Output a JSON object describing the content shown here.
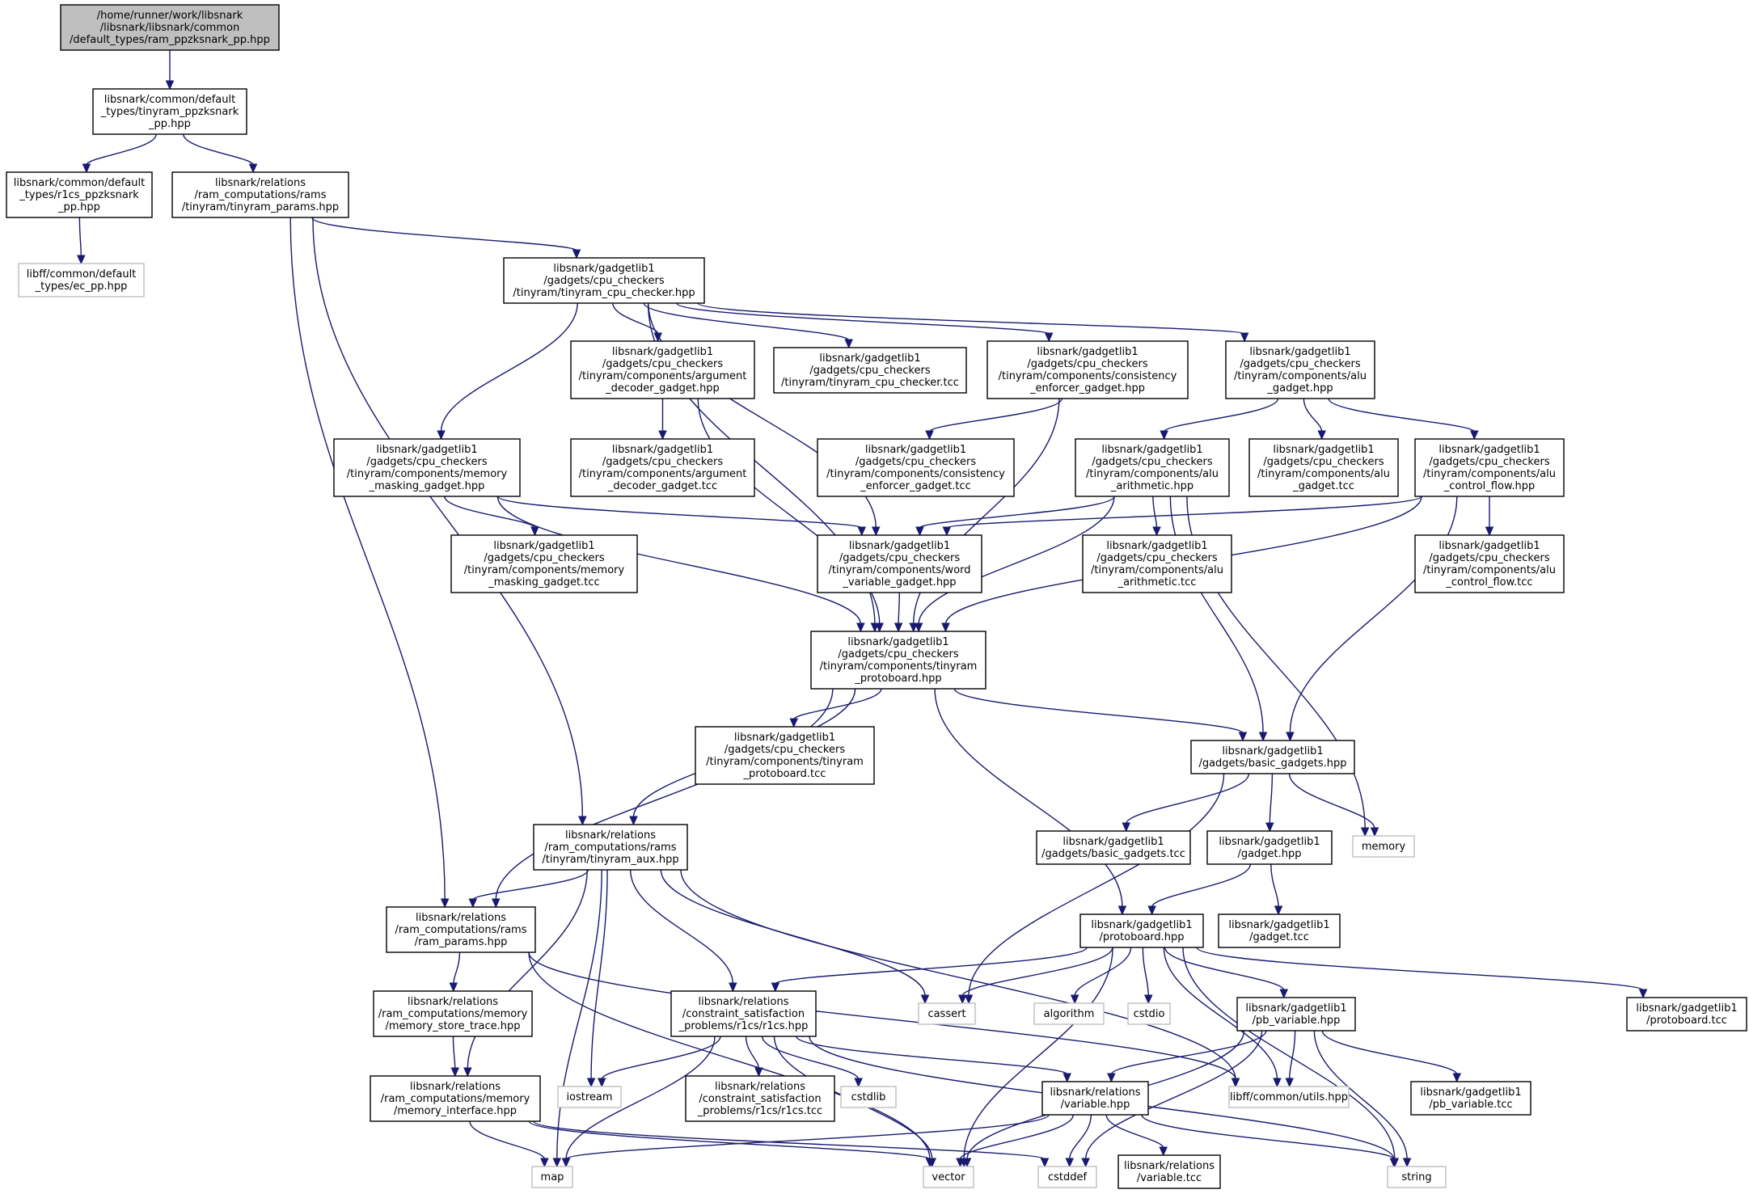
{
  "colors": {
    "edge": "#191970",
    "root_fill": "#bfbfbf",
    "node_border": "#000000",
    "external_border": "#bfbfbf",
    "background": "#ffffff"
  },
  "nodes": [
    {
      "id": "n0",
      "kind": "root",
      "lines": [
        "/home/runner/work/libsnark",
        "/libsnark/libsnark/common",
        "/default_types/ram_ppzksnark_pp.hpp"
      ]
    },
    {
      "id": "n1",
      "lines": [
        "libsnark/common/default",
        "_types/tinyram_ppzksnark",
        "_pp.hpp"
      ]
    },
    {
      "id": "n2",
      "lines": [
        "libsnark/common/default",
        "_types/r1cs_ppzksnark",
        "_pp.hpp"
      ]
    },
    {
      "id": "n3",
      "lines": [
        "libsnark/relations",
        "/ram_computations/rams",
        "/tinyram/tinyram_params.hpp"
      ]
    },
    {
      "id": "n4",
      "kind": "ext",
      "lines": [
        "libff/common/default",
        "_types/ec_pp.hpp"
      ]
    },
    {
      "id": "n5",
      "lines": [
        "libsnark/gadgetlib1",
        "/gadgets/cpu_checkers",
        "/tinyram/tinyram_cpu_checker.hpp"
      ]
    },
    {
      "id": "n6",
      "lines": [
        "libsnark/gadgetlib1",
        "/gadgets/cpu_checkers",
        "/tinyram/components/argument",
        "_decoder_gadget.hpp"
      ]
    },
    {
      "id": "n7",
      "lines": [
        "libsnark/gadgetlib1",
        "/gadgets/cpu_checkers",
        "/tinyram/tinyram_cpu_checker.tcc"
      ]
    },
    {
      "id": "n8",
      "lines": [
        "libsnark/gadgetlib1",
        "/gadgets/cpu_checkers",
        "/tinyram/components/consistency",
        "_enforcer_gadget.hpp"
      ]
    },
    {
      "id": "n9",
      "lines": [
        "libsnark/gadgetlib1",
        "/gadgets/cpu_checkers",
        "/tinyram/components/alu",
        "_gadget.hpp"
      ]
    },
    {
      "id": "n10",
      "lines": [
        "libsnark/gadgetlib1",
        "/gadgets/cpu_checkers",
        "/tinyram/components/memory",
        "_masking_gadget.hpp"
      ]
    },
    {
      "id": "n11",
      "lines": [
        "libsnark/gadgetlib1",
        "/gadgets/cpu_checkers",
        "/tinyram/components/argument",
        "_decoder_gadget.tcc"
      ]
    },
    {
      "id": "n12",
      "lines": [
        "libsnark/gadgetlib1",
        "/gadgets/cpu_checkers",
        "/tinyram/components/consistency",
        "_enforcer_gadget.tcc"
      ]
    },
    {
      "id": "n13",
      "lines": [
        "libsnark/gadgetlib1",
        "/gadgets/cpu_checkers",
        "/tinyram/components/alu",
        "_arithmetic.hpp"
      ]
    },
    {
      "id": "n14",
      "lines": [
        "libsnark/gadgetlib1",
        "/gadgets/cpu_checkers",
        "/tinyram/components/alu",
        "_gadget.tcc"
      ]
    },
    {
      "id": "n15",
      "lines": [
        "libsnark/gadgetlib1",
        "/gadgets/cpu_checkers",
        "/tinyram/components/alu",
        "_control_flow.hpp"
      ]
    },
    {
      "id": "n16",
      "lines": [
        "libsnark/gadgetlib1",
        "/gadgets/cpu_checkers",
        "/tinyram/components/memory",
        "_masking_gadget.tcc"
      ]
    },
    {
      "id": "n17",
      "lines": [
        "libsnark/gadgetlib1",
        "/gadgets/cpu_checkers",
        "/tinyram/components/word",
        "_variable_gadget.hpp"
      ]
    },
    {
      "id": "n18",
      "lines": [
        "libsnark/gadgetlib1",
        "/gadgets/cpu_checkers",
        "/tinyram/components/alu",
        "_arithmetic.tcc"
      ]
    },
    {
      "id": "n19",
      "lines": [
        "libsnark/gadgetlib1",
        "/gadgets/cpu_checkers",
        "/tinyram/components/alu",
        "_control_flow.tcc"
      ]
    },
    {
      "id": "n20",
      "lines": [
        "libsnark/gadgetlib1",
        "/gadgets/cpu_checkers",
        "/tinyram/components/tinyram",
        "_protoboard.hpp"
      ]
    },
    {
      "id": "n21",
      "lines": [
        "libsnark/gadgetlib1",
        "/gadgets/cpu_checkers",
        "/tinyram/components/tinyram",
        "_protoboard.tcc"
      ]
    },
    {
      "id": "n22",
      "lines": [
        "libsnark/gadgetlib1",
        "/gadgets/basic_gadgets.hpp"
      ]
    },
    {
      "id": "n23",
      "lines": [
        "libsnark/relations",
        "/ram_computations/rams",
        "/tinyram/tinyram_aux.hpp"
      ]
    },
    {
      "id": "n24",
      "lines": [
        "libsnark/gadgetlib1",
        "/gadgets/basic_gadgets.tcc"
      ]
    },
    {
      "id": "n25",
      "lines": [
        "libsnark/gadgetlib1",
        "/gadget.hpp"
      ]
    },
    {
      "id": "n26",
      "kind": "ext",
      "lines": [
        "memory"
      ]
    },
    {
      "id": "n27",
      "lines": [
        "libsnark/relations",
        "/ram_computations/rams",
        "/ram_params.hpp"
      ]
    },
    {
      "id": "n28",
      "lines": [
        "libsnark/gadgetlib1",
        "/protoboard.hpp"
      ]
    },
    {
      "id": "n29",
      "lines": [
        "libsnark/gadgetlib1",
        "/gadget.tcc"
      ]
    },
    {
      "id": "n30",
      "lines": [
        "libsnark/relations",
        "/ram_computations/memory",
        "/memory_store_trace.hpp"
      ]
    },
    {
      "id": "n31",
      "lines": [
        "libsnark/relations",
        "/constraint_satisfaction",
        "_problems/r1cs/r1cs.hpp"
      ]
    },
    {
      "id": "n32",
      "kind": "ext",
      "lines": [
        "cassert"
      ]
    },
    {
      "id": "n33",
      "kind": "ext",
      "lines": [
        "algorithm"
      ]
    },
    {
      "id": "n34",
      "kind": "ext",
      "lines": [
        "cstdio"
      ]
    },
    {
      "id": "n35",
      "lines": [
        "libsnark/gadgetlib1",
        "/pb_variable.hpp"
      ]
    },
    {
      "id": "n36",
      "lines": [
        "libsnark/gadgetlib1",
        "/protoboard.tcc"
      ]
    },
    {
      "id": "n37",
      "lines": [
        "libsnark/relations",
        "/ram_computations/memory",
        "/memory_interface.hpp"
      ]
    },
    {
      "id": "n38",
      "kind": "ext",
      "lines": [
        "iostream"
      ]
    },
    {
      "id": "n39",
      "lines": [
        "libsnark/relations",
        "/constraint_satisfaction",
        "_problems/r1cs/r1cs.tcc"
      ]
    },
    {
      "id": "n40",
      "kind": "ext",
      "lines": [
        "cstdlib"
      ]
    },
    {
      "id": "n41",
      "lines": [
        "libsnark/relations",
        "/variable.hpp"
      ]
    },
    {
      "id": "n42",
      "kind": "ext",
      "lines": [
        "libff/common/utils.hpp"
      ]
    },
    {
      "id": "n43",
      "lines": [
        "libsnark/gadgetlib1",
        "/pb_variable.tcc"
      ]
    },
    {
      "id": "n44",
      "kind": "ext",
      "lines": [
        "map"
      ]
    },
    {
      "id": "n45",
      "kind": "ext",
      "lines": [
        "vector"
      ]
    },
    {
      "id": "n46",
      "kind": "ext",
      "lines": [
        "cstddef"
      ]
    },
    {
      "id": "n47",
      "lines": [
        "libsnark/relations",
        "/variable.tcc"
      ]
    },
    {
      "id": "n48",
      "kind": "ext",
      "lines": [
        "string"
      ]
    }
  ],
  "edges": [
    [
      "n0",
      "n1"
    ],
    [
      "n1",
      "n2"
    ],
    [
      "n1",
      "n3"
    ],
    [
      "n2",
      "n4"
    ],
    [
      "n3",
      "n5"
    ],
    [
      "n3",
      "n23"
    ],
    [
      "n3",
      "n27"
    ],
    [
      "n5",
      "n6"
    ],
    [
      "n5",
      "n7"
    ],
    [
      "n5",
      "n8"
    ],
    [
      "n5",
      "n9"
    ],
    [
      "n5",
      "n10"
    ],
    [
      "n5",
      "n17"
    ],
    [
      "n5",
      "n20"
    ],
    [
      "n6",
      "n11"
    ],
    [
      "n6",
      "n20"
    ],
    [
      "n8",
      "n12"
    ],
    [
      "n8",
      "n20"
    ],
    [
      "n9",
      "n13"
    ],
    [
      "n9",
      "n14"
    ],
    [
      "n9",
      "n15"
    ],
    [
      "n10",
      "n16"
    ],
    [
      "n10",
      "n17"
    ],
    [
      "n10",
      "n20"
    ],
    [
      "n13",
      "n17"
    ],
    [
      "n13",
      "n18"
    ],
    [
      "n13",
      "n20"
    ],
    [
      "n13",
      "n22"
    ],
    [
      "n13",
      "n26"
    ],
    [
      "n15",
      "n17"
    ],
    [
      "n15",
      "n19"
    ],
    [
      "n15",
      "n20"
    ],
    [
      "n15",
      "n22"
    ],
    [
      "n17",
      "n20"
    ],
    [
      "n20",
      "n21"
    ],
    [
      "n20",
      "n22"
    ],
    [
      "n20",
      "n23"
    ],
    [
      "n20",
      "n27"
    ],
    [
      "n20",
      "n28"
    ],
    [
      "n22",
      "n24"
    ],
    [
      "n22",
      "n25"
    ],
    [
      "n22",
      "n26"
    ],
    [
      "n22",
      "n32"
    ],
    [
      "n23",
      "n27"
    ],
    [
      "n23",
      "n31"
    ],
    [
      "n23",
      "n37"
    ],
    [
      "n23",
      "n38"
    ],
    [
      "n23",
      "n44"
    ],
    [
      "n23",
      "n32"
    ],
    [
      "n23",
      "n42"
    ],
    [
      "n25",
      "n28"
    ],
    [
      "n25",
      "n29"
    ],
    [
      "n27",
      "n30"
    ],
    [
      "n27",
      "n45"
    ],
    [
      "n27",
      "n42"
    ],
    [
      "n28",
      "n31"
    ],
    [
      "n28",
      "n32"
    ],
    [
      "n28",
      "n33"
    ],
    [
      "n28",
      "n34"
    ],
    [
      "n28",
      "n35"
    ],
    [
      "n28",
      "n36"
    ],
    [
      "n28",
      "n42"
    ],
    [
      "n28",
      "n45"
    ],
    [
      "n28",
      "n48"
    ],
    [
      "n30",
      "n37"
    ],
    [
      "n31",
      "n38"
    ],
    [
      "n31",
      "n39"
    ],
    [
      "n31",
      "n40"
    ],
    [
      "n31",
      "n41"
    ],
    [
      "n31",
      "n44"
    ],
    [
      "n31",
      "n45"
    ],
    [
      "n31",
      "n48"
    ],
    [
      "n35",
      "n41"
    ],
    [
      "n35",
      "n42"
    ],
    [
      "n35",
      "n43"
    ],
    [
      "n35",
      "n45"
    ],
    [
      "n35",
      "n46"
    ],
    [
      "n35",
      "n48"
    ],
    [
      "n37",
      "n44"
    ],
    [
      "n37",
      "n45"
    ],
    [
      "n37",
      "n46"
    ],
    [
      "n41",
      "n44"
    ],
    [
      "n41",
      "n45"
    ],
    [
      "n41",
      "n46"
    ],
    [
      "n41",
      "n47"
    ],
    [
      "n41",
      "n48"
    ]
  ]
}
